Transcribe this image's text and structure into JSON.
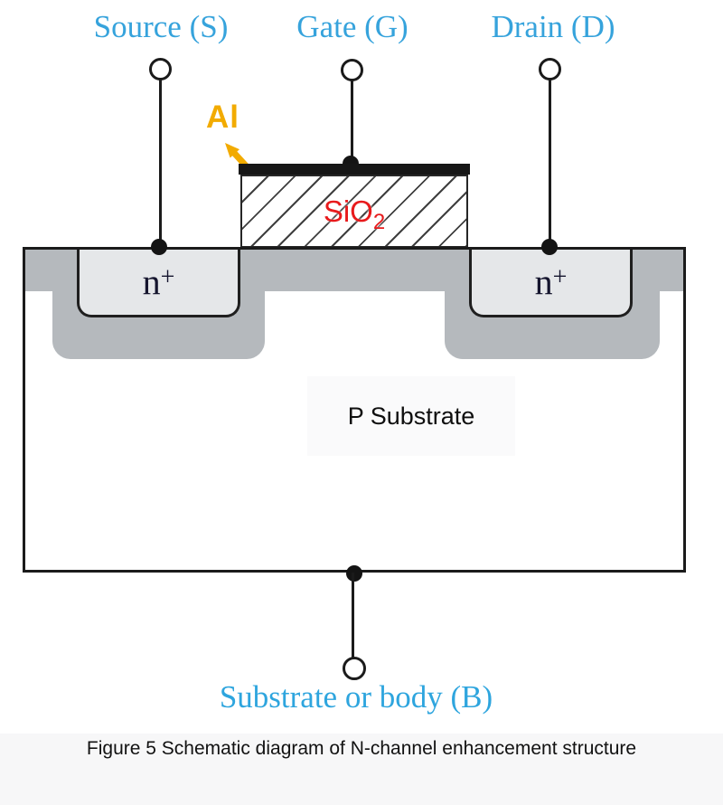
{
  "terminals": {
    "source": {
      "label": "Source (S)"
    },
    "gate": {
      "label": "Gate (G)"
    },
    "drain": {
      "label": "Drain (D)"
    },
    "body": {
      "label": "Substrate or body (B)"
    }
  },
  "annotations": {
    "al": "Al",
    "sio2_base": "SiO",
    "sio2_sub": "2",
    "n_plus_base": "n",
    "n_plus_sup": "+",
    "p_substrate": "P Substrate"
  },
  "caption": "Figure 5 Schematic diagram of N-channel enhancement structure",
  "colors": {
    "terminal_label_blue": "#36a3dc",
    "body_label_blue": "#2ea5de",
    "sio2_red": "#e81a1c",
    "al_amber": "#f2ab00",
    "diffusion_gray": "#b5b9bd",
    "n_plus_fill": "#e5e7e9",
    "outline_black": "#1b1b1b",
    "caption_background": "#f7f7f8"
  }
}
